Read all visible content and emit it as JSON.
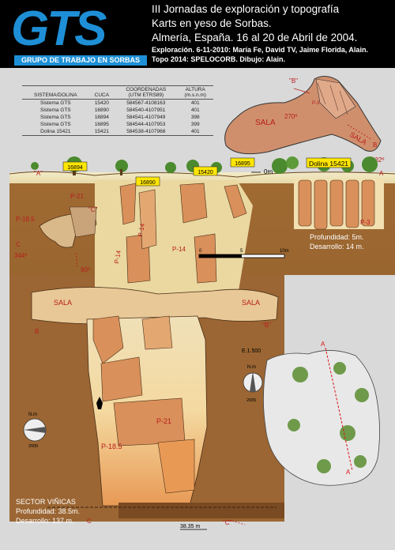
{
  "header": {
    "logo": "GTS",
    "logo_subtitle": "GRUPO DE TRABAJO EN SORBAS",
    "title_line1": "III Jornadas de exploración y topografía",
    "title_line2": "Karts en yeso de Sorbas.",
    "title_line3": "Almería, España. 16 al 20 de Abril de 2004.",
    "subtitle_line1": "Exploración. 6-11-2010: María Fe, David TV, Jaime Florida, Alain.",
    "subtitle_line2": "Topo 2014: SPELOCORB. Dibujo: Alain."
  },
  "table": {
    "headers": {
      "system": "SISTEMA/DOLINA",
      "cuca": "CUCA",
      "coords_l1": "COORDENADAS",
      "coords_l2": "(UTM ETRS89)",
      "alt_l1": "ALTURA",
      "alt_l2": "(m.s.n.m)"
    },
    "rows": [
      {
        "system": "Sistema GTS",
        "cuca": "15420",
        "coords": "584567-4108163",
        "alt": "401"
      },
      {
        "system": "Sistema GTS",
        "cuca": "16890",
        "coords": "584540-4107951",
        "alt": "401"
      },
      {
        "system": "Sistema GTS",
        "cuca": "16894",
        "coords": "584541-4107949",
        "alt": "398"
      },
      {
        "system": "Sistema GTS",
        "cuca": "16895",
        "coords": "584544-4107953",
        "alt": "399"
      },
      {
        "system": "Dolina 15421",
        "cuca": "15421",
        "coords": "584538-4107968",
        "alt": "401"
      }
    ]
  },
  "plan_top": {
    "sala": "SALA",
    "sala2": "SALA",
    "point_b": "\"B\"",
    "label_b": "B",
    "angle_270": "270º",
    "angle_332": "332º",
    "p_label": "P-3"
  },
  "section": {
    "point_a_left": "\"A\"",
    "point_a_right": "A",
    "tag_16894": "16894",
    "tag_16890": "16890",
    "tag_15420": "15420",
    "tag_16895": "16895",
    "tag_dolina": "Dolina 15421",
    "zero": "0m",
    "p21_top": "P-21",
    "p14a": "P-14",
    "p14b": "P-14",
    "p14c": "P-14",
    "p3": "P-3",
    "sala_left": "SALA",
    "sala_right": "SALA",
    "label_b_left": "B",
    "label_b_mid": "\"B\"",
    "p185_low": "P-18.5",
    "p21_low": "P-21",
    "bottom_depth": "38.35 m",
    "c_left": "C",
    "c_right": "\"C\""
  },
  "mini_plan": {
    "c_quote": "\"C\"",
    "p185": "P-18.5",
    "c": "C",
    "angle_344": "344º",
    "angle_90": "90º"
  },
  "scale_bar": {
    "zero": "0",
    "five": "5",
    "ten": "10m"
  },
  "dolina_info": {
    "depth": "Profundidad: 5m.",
    "length": "Desarrollo: 14 m."
  },
  "sector_info": {
    "name": "SECTOR VIÑICAS",
    "depth": "Profundidad: 38.5m.",
    "length": "Desarrollo: 137 m."
  },
  "map": {
    "scale": "E.1.500",
    "a_top": "A",
    "a_bottom": "A",
    "north": "N.m",
    "year": "2005"
  },
  "north_left": {
    "label": "N.m",
    "year": "2005"
  }
}
